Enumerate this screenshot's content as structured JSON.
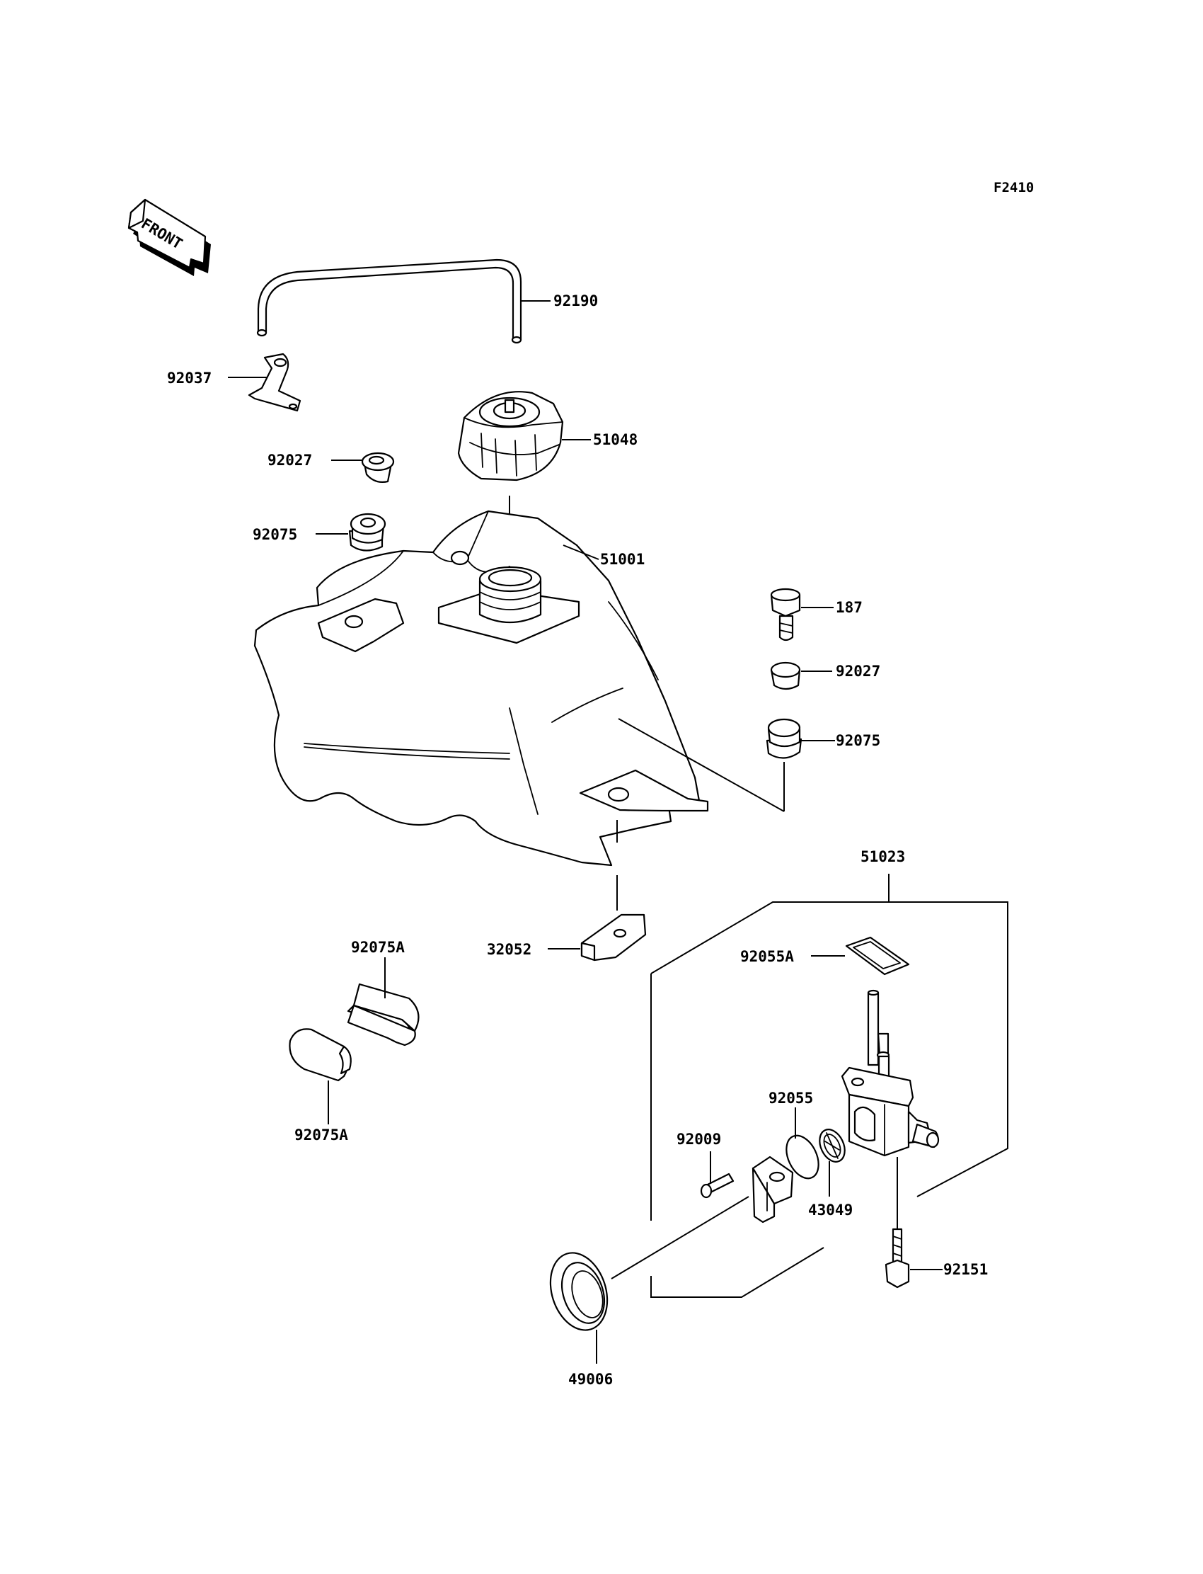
{
  "figure_code": "F2410",
  "front_arrow": {
    "label": "FRONT"
  },
  "parts": [
    {
      "id": "fuel-hose",
      "number": "92190"
    },
    {
      "id": "bracket-92037",
      "number": "92037"
    },
    {
      "id": "fuel-cap",
      "number": "51048"
    },
    {
      "id": "collar-left",
      "number": "92027"
    },
    {
      "id": "damper-left",
      "number": "92075"
    },
    {
      "id": "fuel-tank",
      "number": "51001"
    },
    {
      "id": "bolt",
      "number": "187"
    },
    {
      "id": "collar-right",
      "number": "92027"
    },
    {
      "id": "damper-right",
      "number": "92075"
    },
    {
      "id": "fuel-tap-assembly",
      "number": "51023"
    },
    {
      "id": "bracket-32052",
      "number": "32052"
    },
    {
      "id": "damper-a-upper",
      "number": "92075A"
    },
    {
      "id": "damper-a-lower",
      "number": "92075A"
    },
    {
      "id": "gasket-92055a",
      "number": "92055A"
    },
    {
      "id": "o-ring",
      "number": "92055"
    },
    {
      "id": "screw",
      "number": "92009"
    },
    {
      "id": "filter",
      "number": "43049"
    },
    {
      "id": "tap-bolt",
      "number": "92151"
    },
    {
      "id": "grommet",
      "number": "49006"
    }
  ]
}
